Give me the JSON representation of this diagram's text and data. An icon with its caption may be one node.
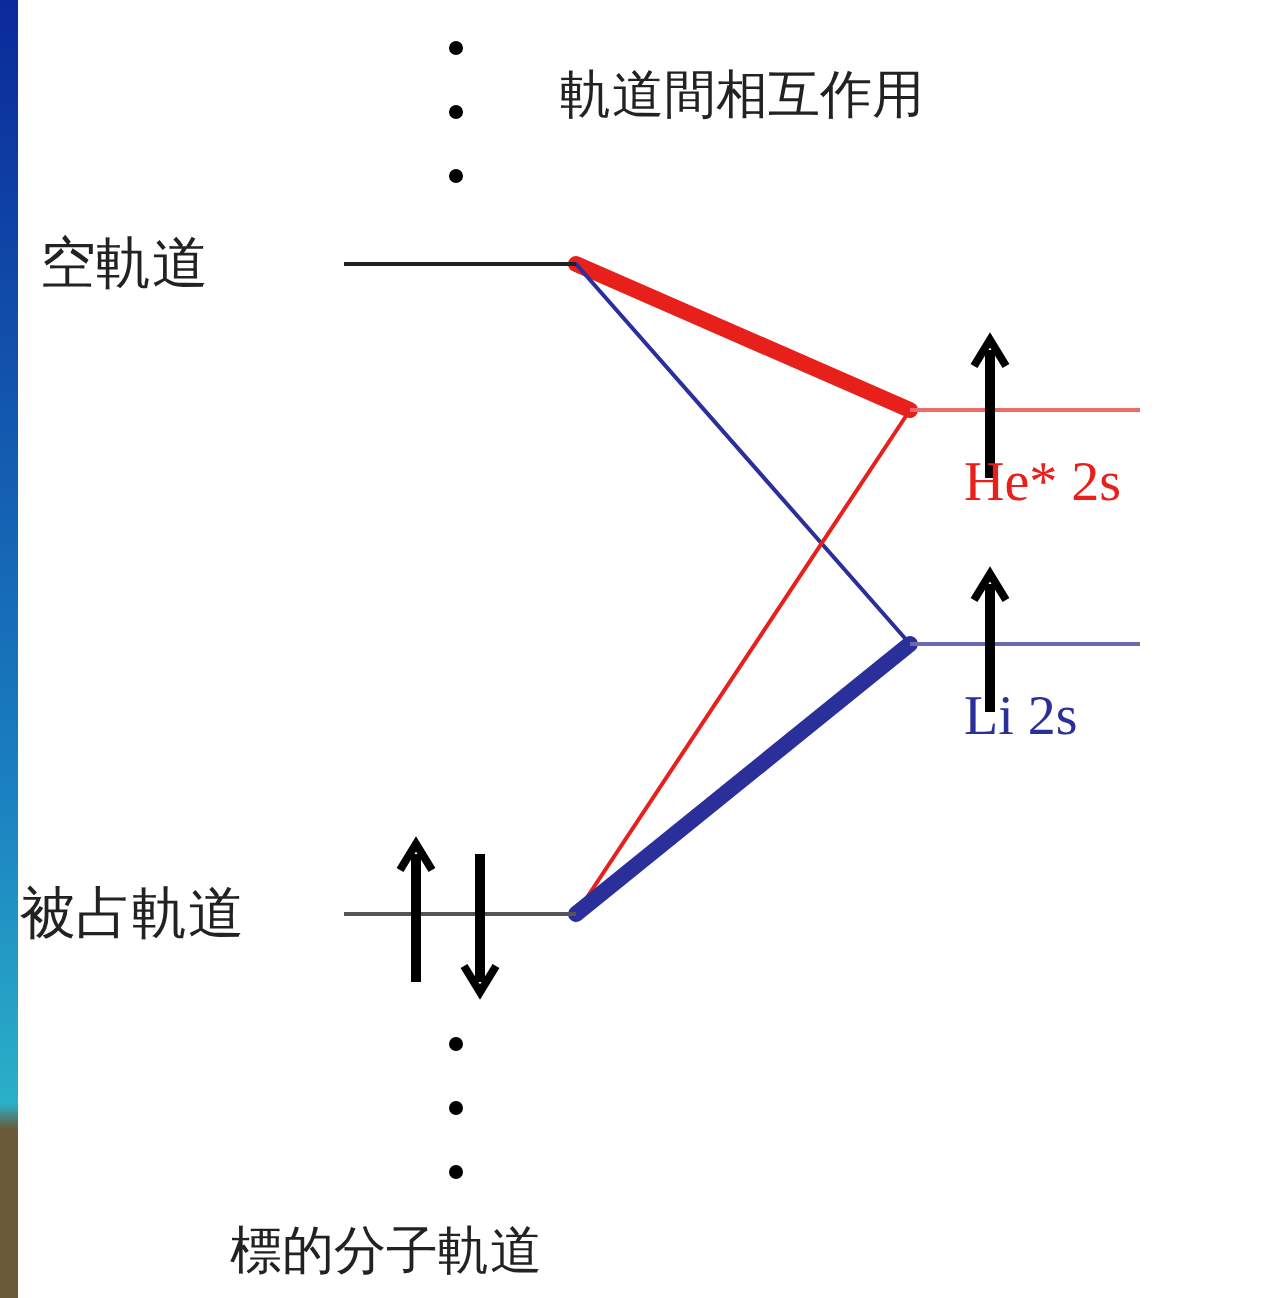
{
  "diagram": {
    "nodes": [
      {
        "text": [
          "空軌道"
        ]
      },
      {
        "text": [
          "被占軌道"
        ]
      },
      {
        "text": [
          "He* 2s"
        ]
      },
      {
        "text": [
          "Li 2s"
        ]
      }
    ],
    "edges": [
      {
        "from": 0,
        "to": 2,
        "arrow": "none",
        "style": "thick",
        "color": "#e8201c"
      },
      {
        "from": 0,
        "to": 3,
        "arrow": "none",
        "color": "#2a2f9a"
      },
      {
        "from": 1,
        "to": 2,
        "arrow": "none",
        "color": "#e8201c"
      },
      {
        "from": 1,
        "to": 3,
        "arrow": "none",
        "style": "thick",
        "color": "#2a2f9a"
      }
    ],
    "labels": [
      "軌道間相互作用",
      "標的分子軌道"
    ]
  }
}
